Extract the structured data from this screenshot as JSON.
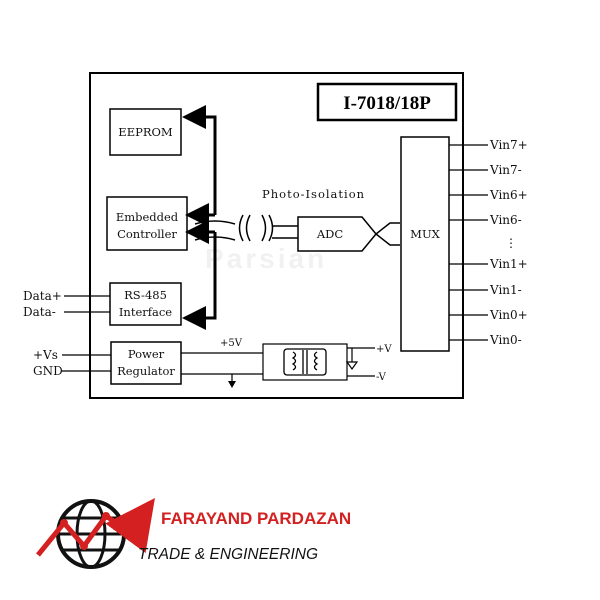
{
  "diagram": {
    "title": "I-7018/18P",
    "blocks": {
      "eeprom": "EEPROM",
      "controller": [
        "Embedded",
        "Controller"
      ],
      "rs485": [
        "RS-485",
        "Interface"
      ],
      "power": [
        "Power",
        "Regulator"
      ],
      "adc": "ADC",
      "mux": "MUX"
    },
    "photo_isolation": "Photo-Isolation",
    "plus5v": "+5V",
    "iso_plus": "+V",
    "iso_minus": "-V",
    "left_pins": [
      "Data+",
      "Data-",
      "+Vs",
      "GND"
    ],
    "right_pins": [
      "Vin7+",
      "Vin7-",
      "Vin6+",
      "Vin6-",
      "Vin1+",
      "Vin1-",
      "Vin0+",
      "Vin0-"
    ],
    "ellipsis": "⋮"
  },
  "logo": {
    "line1": "FARAYAND PARDAZAN",
    "line2": "TRADE & ENGINEERING",
    "watermark": "Parsian",
    "colors": {
      "red": "#d42020",
      "dark": "#111111"
    }
  }
}
